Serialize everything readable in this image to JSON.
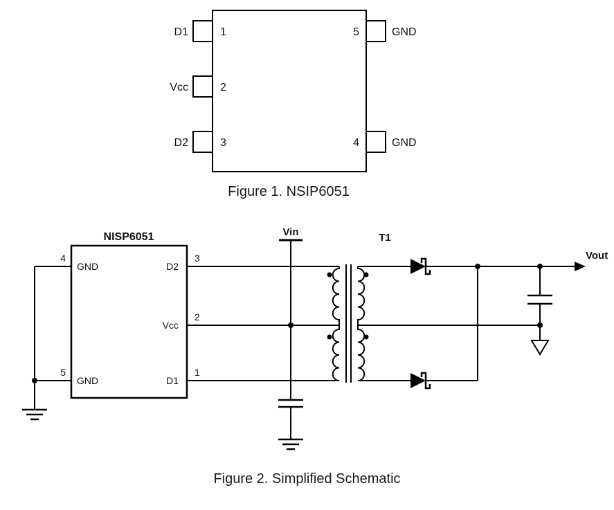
{
  "colors": {
    "background": "#ffffff",
    "ink": "#000000",
    "text": "#1a1a1a"
  },
  "figure1": {
    "caption": "Figure 1. NSIP6051",
    "pins_left": [
      {
        "num": "1",
        "label": "D1"
      },
      {
        "num": "2",
        "label": "Vcc"
      },
      {
        "num": "3",
        "label": "D2"
      }
    ],
    "pins_right": [
      {
        "num": "5",
        "label": "GND"
      },
      {
        "num": "4",
        "label": "GND"
      }
    ]
  },
  "figure2": {
    "caption": "Figure 2. Simplified Schematic",
    "chip_title": "NISP6051",
    "chip_pins_left": [
      {
        "num": "4",
        "label": "GND"
      },
      {
        "num": "5",
        "label": "GND"
      }
    ],
    "chip_pins_right": [
      {
        "num": "3",
        "label": "D2"
      },
      {
        "num": "2",
        "label": "Vcc"
      },
      {
        "num": "1",
        "label": "D1"
      }
    ],
    "net_labels": {
      "vin": "Vin",
      "transformer": "T1",
      "vout": "Vout"
    }
  }
}
